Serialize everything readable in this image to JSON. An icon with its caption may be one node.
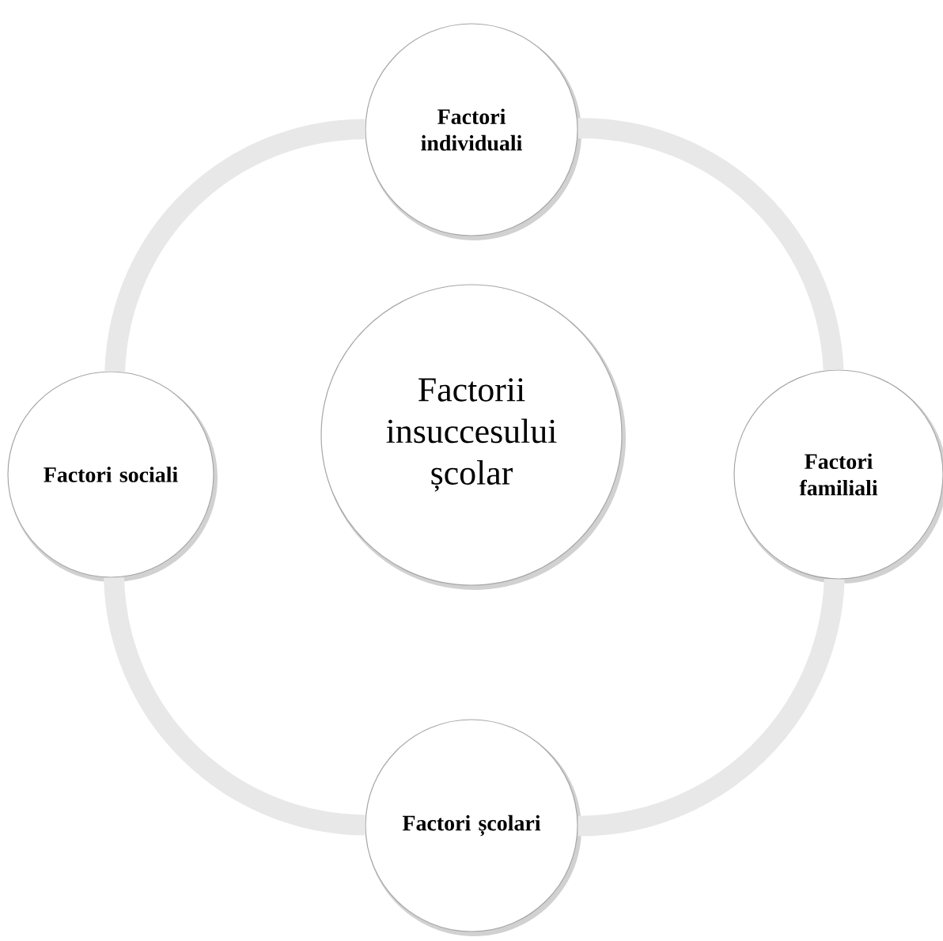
{
  "diagram": {
    "nodes": [
      {
        "text": [
          "Factori individuali"
        ]
      },
      {
        "text": [
          "Factori sociali"
        ]
      },
      {
        "text": [
          "Factorii insuccesului școlar"
        ]
      },
      {
        "text": [
          "Factori familiali"
        ]
      },
      {
        "text": [
          "Factori școlari"
        ]
      }
    ],
    "edges": [
      {
        "from": 0,
        "to": 3,
        "arrow": "none"
      },
      {
        "from": 3,
        "to": 4,
        "arrow": "none"
      },
      {
        "from": 4,
        "to": 1,
        "arrow": "none"
      },
      {
        "from": 1,
        "to": 0,
        "arrow": "none"
      }
    ]
  }
}
